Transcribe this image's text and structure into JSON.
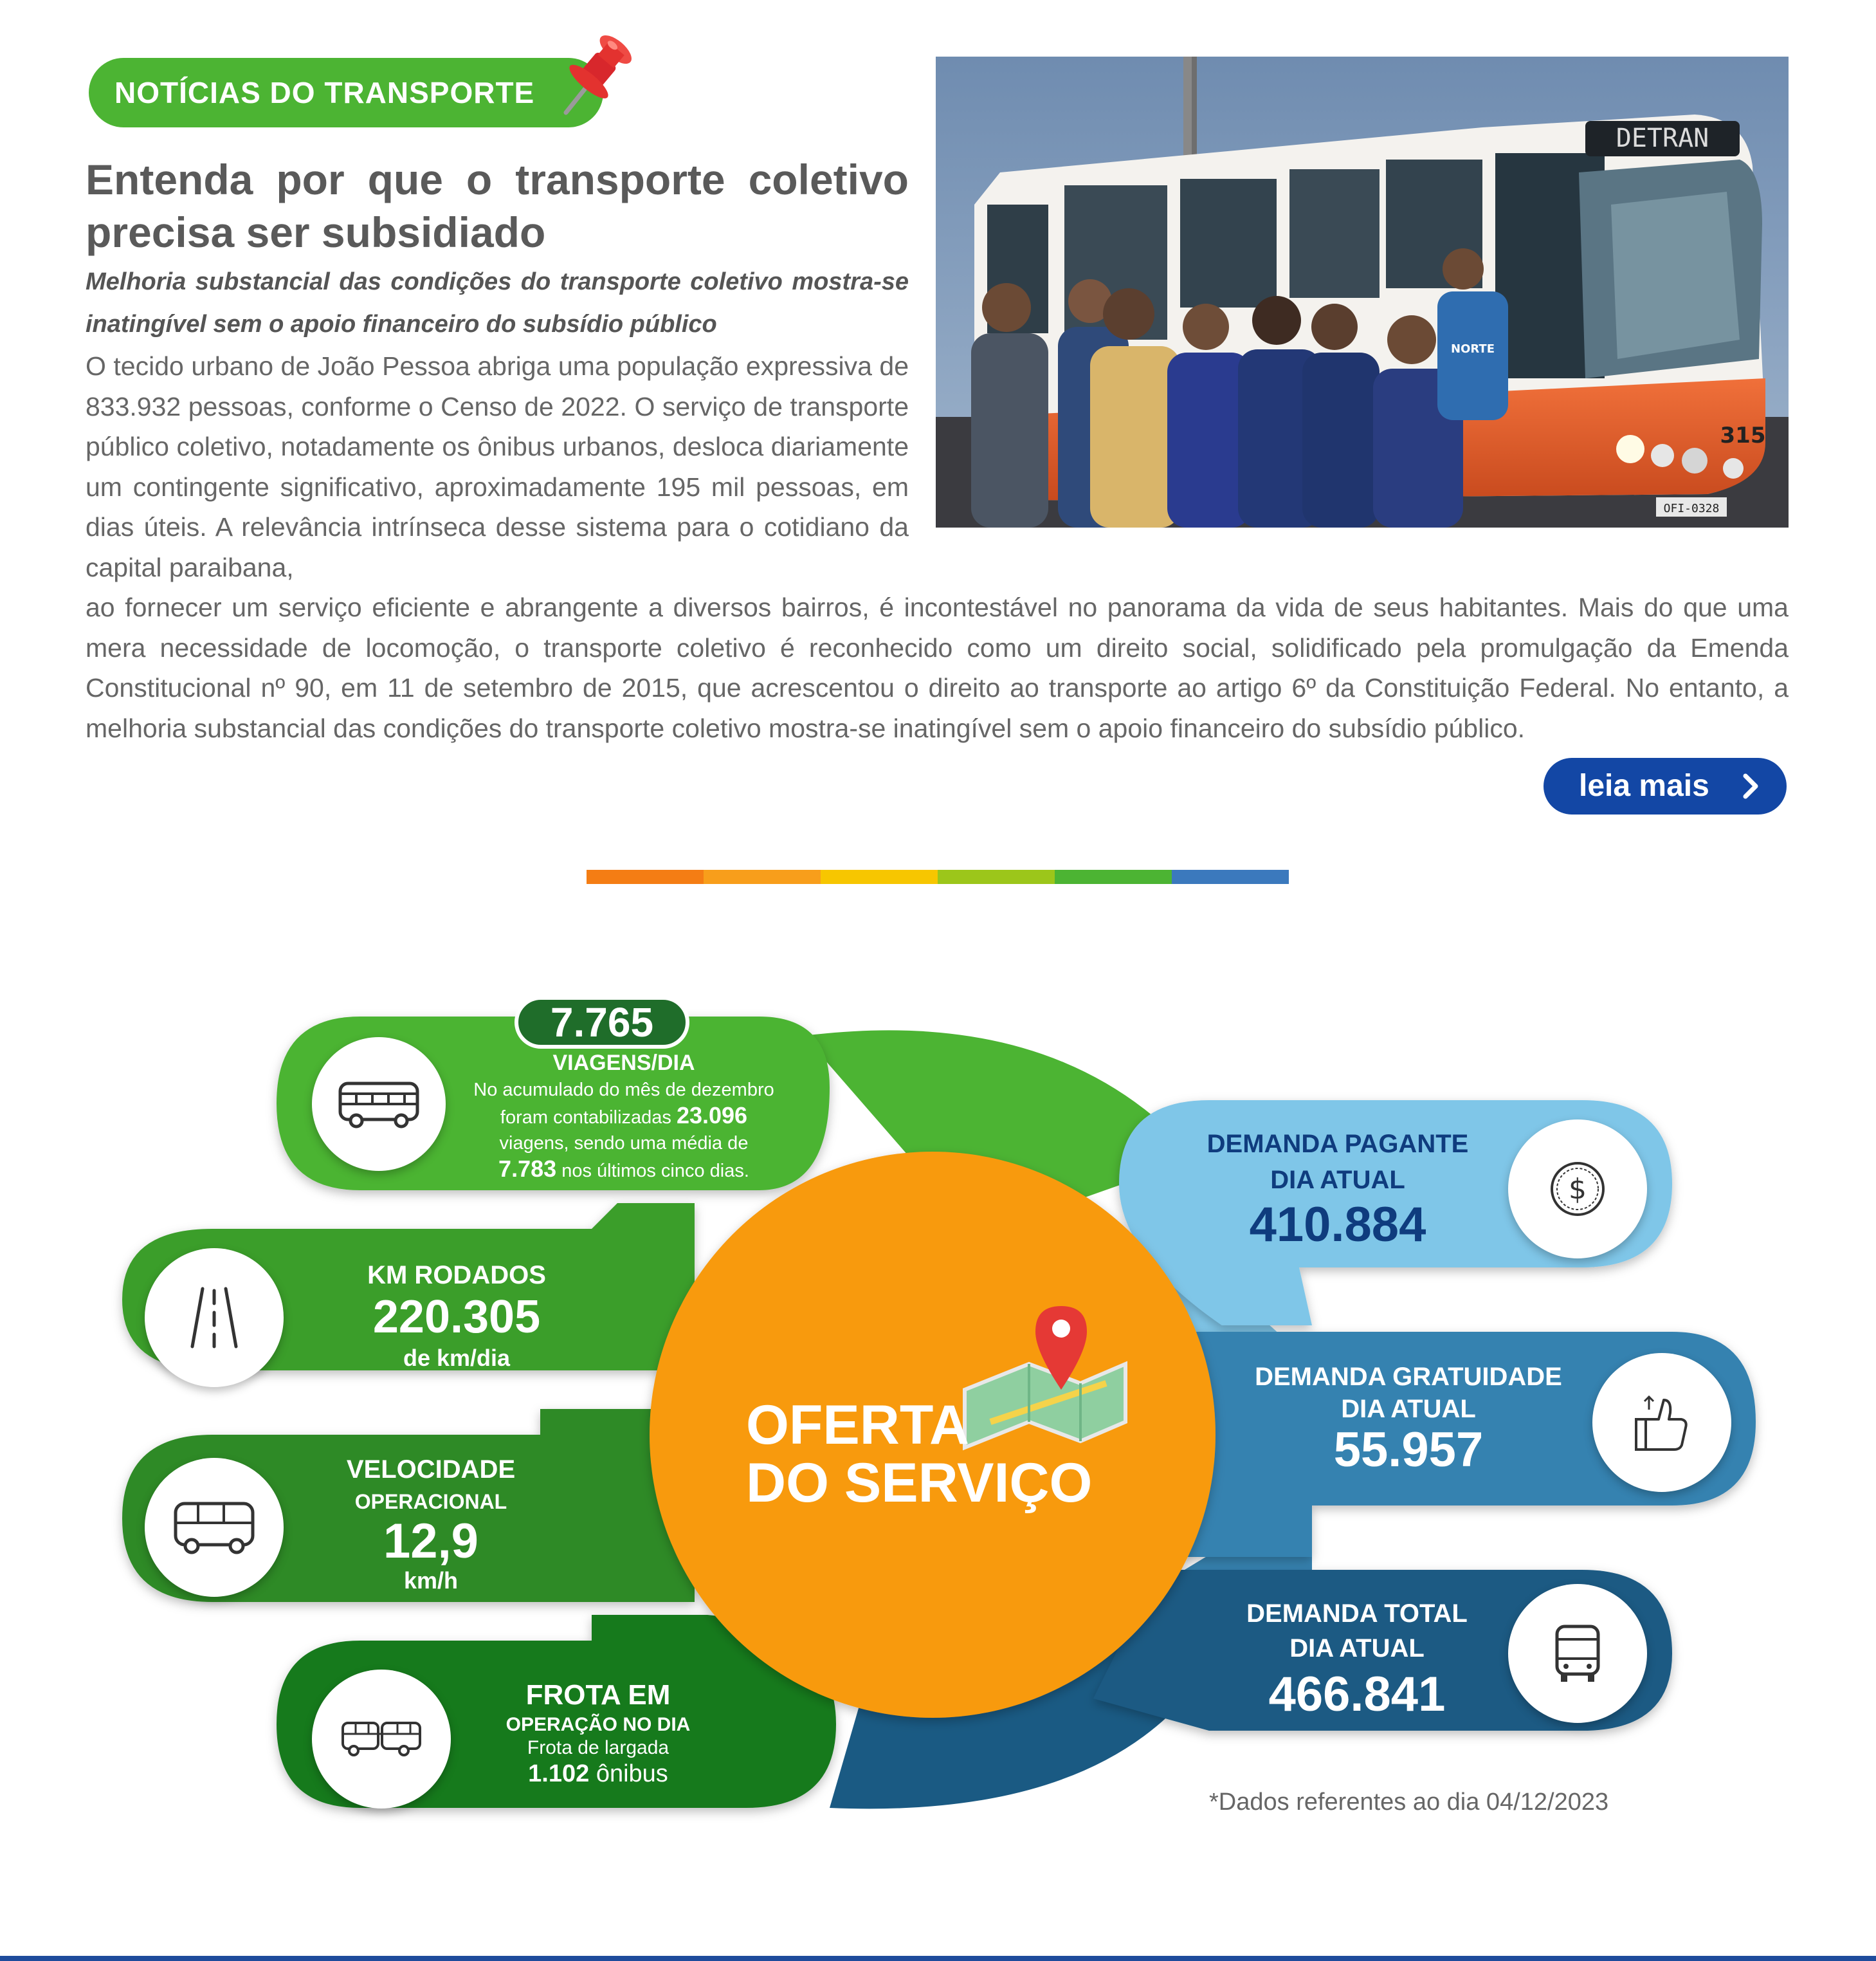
{
  "news": {
    "tag_label": "NOTÍCIAS DO TRANSPORTE",
    "headline_line1": "Entenda por que o transporte coletivo",
    "headline_line2": "precisa ser subsidiado",
    "subtitle": "Melhoria substancial das condições do transporte coletivo mostra-se inatingível sem o apoio financeiro do subsídio público",
    "body_part1": "O tecido urbano de João Pessoa abriga uma população expressiva de 833.932 pessoas, conforme o Censo de 2022. O serviço de transporte público coletivo, notadamente os ônibus urbanos, desloca diariamente um contingente significativo, aproximadamente 195 mil pessoas, em dias úteis. A relevância intrínseca desse sistema para o cotidiano da capital paraibana,",
    "body_part2": "ao fornecer um serviço eficiente e abrangente a diversos bairros, é incontestável no panorama da vida de seus habitantes. Mais do que uma mera necessidade de locomoção, o transporte coletivo é reconhecido como um direito social, solidificado pela promulgação da Emenda Constitucional nº 90, em 11 de setembro de 2015, que acrescentou o direito ao transporte ao artigo 6º da Constituição Federal. No entanto, a melhoria substancial das condições do transporte coletivo mostra-se inatingível sem o apoio financeiro do subsídio público.",
    "read_more": "leia mais",
    "photo_bus_number": "315",
    "photo_sign": "DETRAN",
    "photo_plate": "OFI-0328",
    "photo_shirt": "NORTE"
  },
  "divider_colors": [
    "#f47d14",
    "#f89e1b",
    "#f7c600",
    "#9cc61a",
    "#4cb433",
    "#3b79bd"
  ],
  "colors": {
    "green_light": "#4cb433",
    "green_mid": "#3a9e2a",
    "green_dark": "#2d8a25",
    "green_darker": "#177a1e",
    "orange": "#f89a0f",
    "blue_light": "#7fc6e8",
    "blue_mid": "#3682b0",
    "blue_dark": "#1a5a83",
    "navy": "#0f3c7e"
  },
  "center": {
    "line1": "OFERTA",
    "line2": "DO SERVIÇO",
    "icon": "map-pin-icon"
  },
  "trips": {
    "value": "7.765",
    "label": "VIAGENS/DIA",
    "text1": "No acumulado do mês de dezembro",
    "text2a": "foram contabilizadas ",
    "text2b": "23.096",
    "text3": "viagens, sendo uma média de",
    "text4a": "7.783",
    "text4b": " nos últimos cinco dias.",
    "icon": "bus-side-icon"
  },
  "km": {
    "label": "KM RODADOS",
    "value": "220.305",
    "unit": "de km/dia",
    "icon": "road-icon"
  },
  "speed": {
    "label1": "VELOCIDADE",
    "label2": "OPERACIONAL",
    "value": "12,9",
    "unit": "km/h",
    "icon": "bus-icon"
  },
  "fleet": {
    "label1": "FROTA EM",
    "label2": "OPERAÇÃO NO DIA",
    "text": "Frota de largada",
    "value": "1.102",
    "unit": " ônibus",
    "icon": "articulated-bus-icon"
  },
  "paying": {
    "label1": "DEMANDA PAGANTE",
    "label2": "DIA ATUAL",
    "value": "410.884",
    "icon": "dollar-coin-icon"
  },
  "free": {
    "label1": "DEMANDA GRATUIDADE",
    "label2": "DIA ATUAL",
    "value": "55.957",
    "icon": "thumbs-up-icon"
  },
  "total": {
    "label1": "DEMANDA TOTAL",
    "label2": "DIA ATUAL",
    "value": "466.841",
    "icon": "bus-front-icon"
  },
  "footnote": "*Dados referentes ao dia 04/12/2023"
}
